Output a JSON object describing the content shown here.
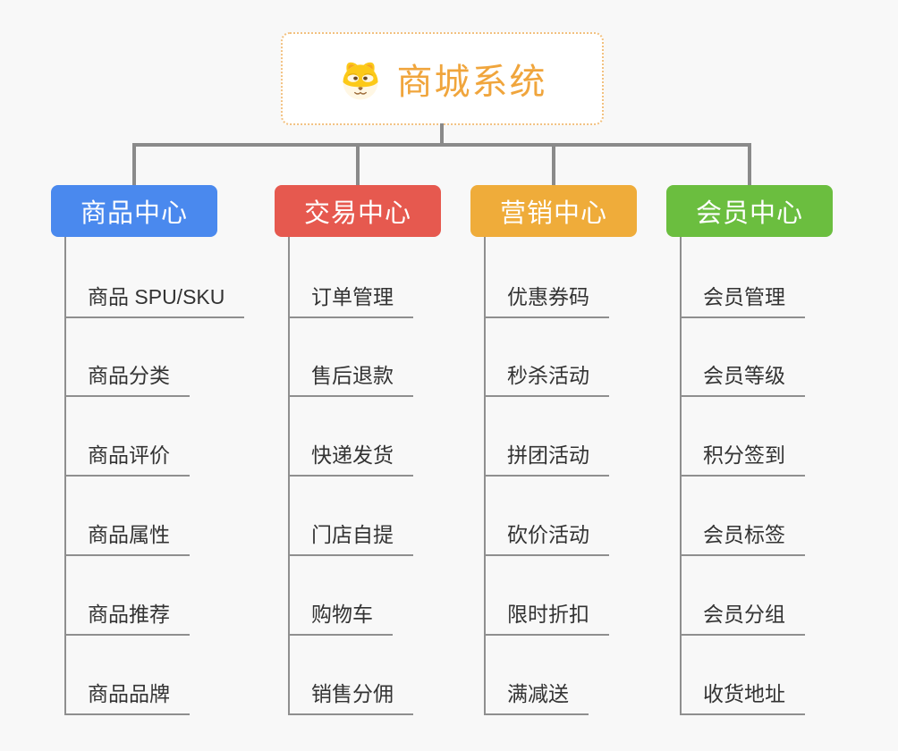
{
  "root": {
    "title": "商城系统",
    "icon": "dog-face-icon"
  },
  "branches": [
    {
      "label": "商品中心",
      "color": "#4a89ee",
      "items": [
        "商品 SPU/SKU",
        "商品分类",
        "商品评价",
        "商品属性",
        "商品推荐",
        "商品品牌"
      ]
    },
    {
      "label": "交易中心",
      "color": "#e6594f",
      "items": [
        "订单管理",
        "售后退款",
        "快递发货",
        "门店自提",
        "购物车",
        "销售分佣"
      ]
    },
    {
      "label": "营销中心",
      "color": "#efac3a",
      "items": [
        "优惠券码",
        "秒杀活动",
        "拼团活动",
        "砍价活动",
        "限时折扣",
        "满减送"
      ]
    },
    {
      "label": "会员中心",
      "color": "#6bbe3f",
      "items": [
        "会员管理",
        "会员等级",
        "积分签到",
        "会员标签",
        "会员分组",
        "收货地址"
      ]
    }
  ],
  "colors": {
    "background": "#f8f8f8",
    "root_border": "#f2c180",
    "root_title": "#f0a53c",
    "connector": "#8a8a8a",
    "leaf_underline": "#8f8f8f",
    "leaf_text": "#333333",
    "branch_label_text": "#ffffff"
  }
}
